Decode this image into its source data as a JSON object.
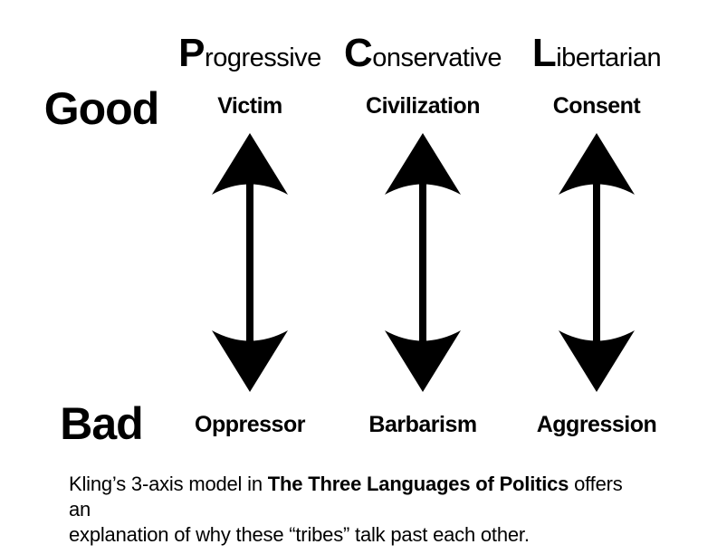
{
  "diagram": {
    "scale": {
      "good": "Good",
      "bad": "Bad"
    },
    "axes": [
      {
        "name": "Progressive",
        "initial": "P",
        "rest": "rogressive",
        "good": "Victim",
        "bad": "Oppressor"
      },
      {
        "name": "Conservative",
        "initial": "C",
        "rest": "onservative",
        "good": "Civilization",
        "bad": "Barbarism"
      },
      {
        "name": "Libertarian",
        "initial": "L",
        "rest": "ibertarian",
        "good": "Consent",
        "bad": "Aggression"
      }
    ],
    "icons": {
      "axis_arrow": "double-headed-vertical-arrow"
    },
    "caption": {
      "line1_prefix": "Kling’s 3-axis model in ",
      "book_title": "The Three Languages of Politics",
      "line1_suffix": " offers an",
      "line2": "explanation of why these “tribes” talk past each other."
    },
    "colors": {
      "background": "#ffffff",
      "ink": "#000000"
    }
  }
}
